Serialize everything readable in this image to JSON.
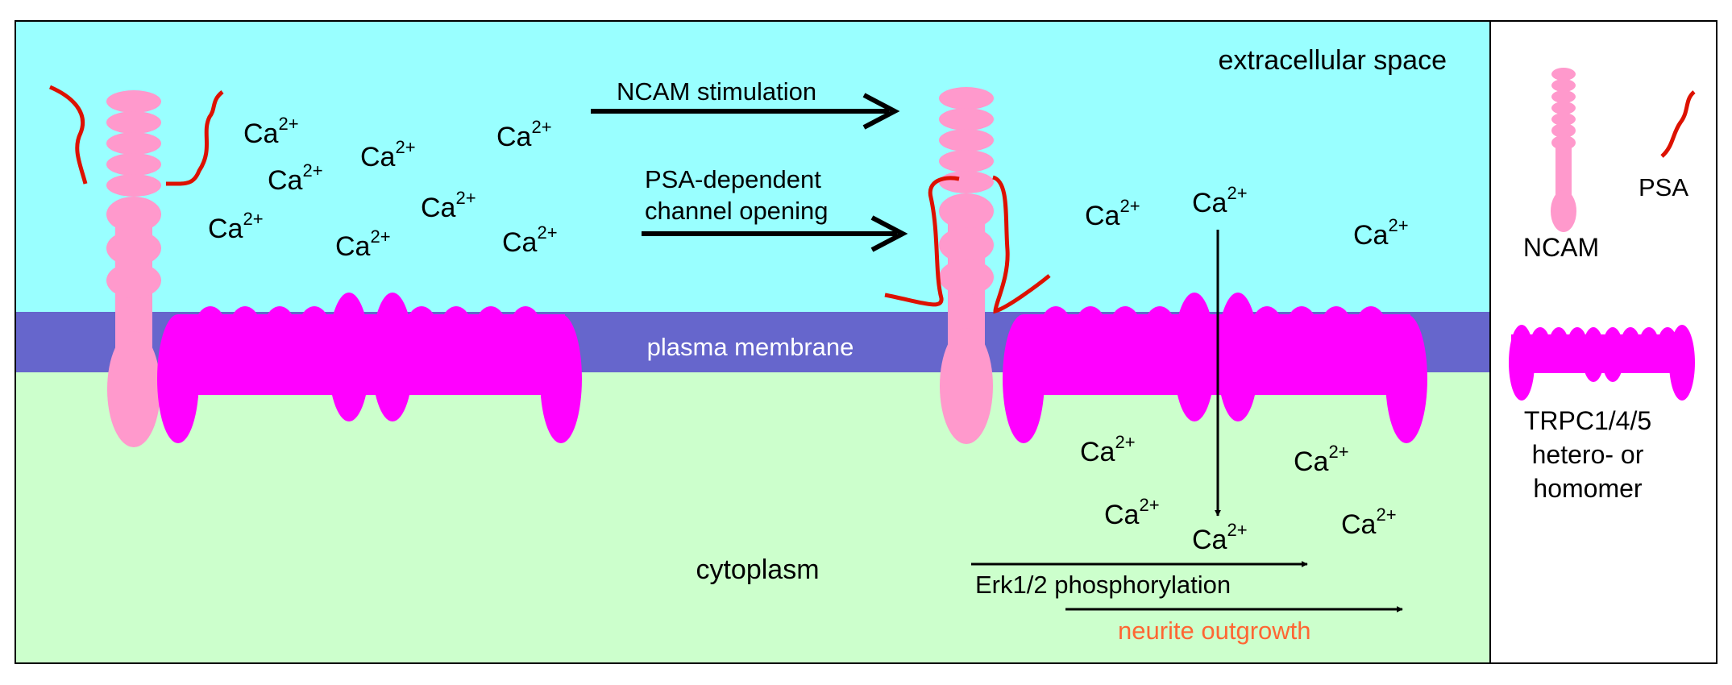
{
  "labels": {
    "extracellular": "extracellular space",
    "membrane": "plasma membrane",
    "cytoplasm": "cytoplasm",
    "stimulation": "NCAM stimulation",
    "psa_line1": "PSA-dependent",
    "psa_line2": "channel opening",
    "erk": "Erk1/2 phosphorylation",
    "outgrowth": "neurite outgrowth"
  },
  "ion": {
    "base": "Ca",
    "charge": "2+"
  },
  "legend": {
    "ncam": "NCAM",
    "psa": "PSA",
    "trpc_line1": "TRPC1/4/5",
    "trpc_line2": "hetero- or",
    "trpc_line3": "homomer"
  },
  "colors": {
    "extracellular": "#99ffff",
    "membrane": "#6666cc",
    "cytoplasm": "#ccffcc",
    "ncam": "#ff99cc",
    "trpc": "#ff00ff",
    "psa": "#dd1100",
    "outgrowth_text": "#ff6633",
    "membrane_text": "#ffffff"
  }
}
